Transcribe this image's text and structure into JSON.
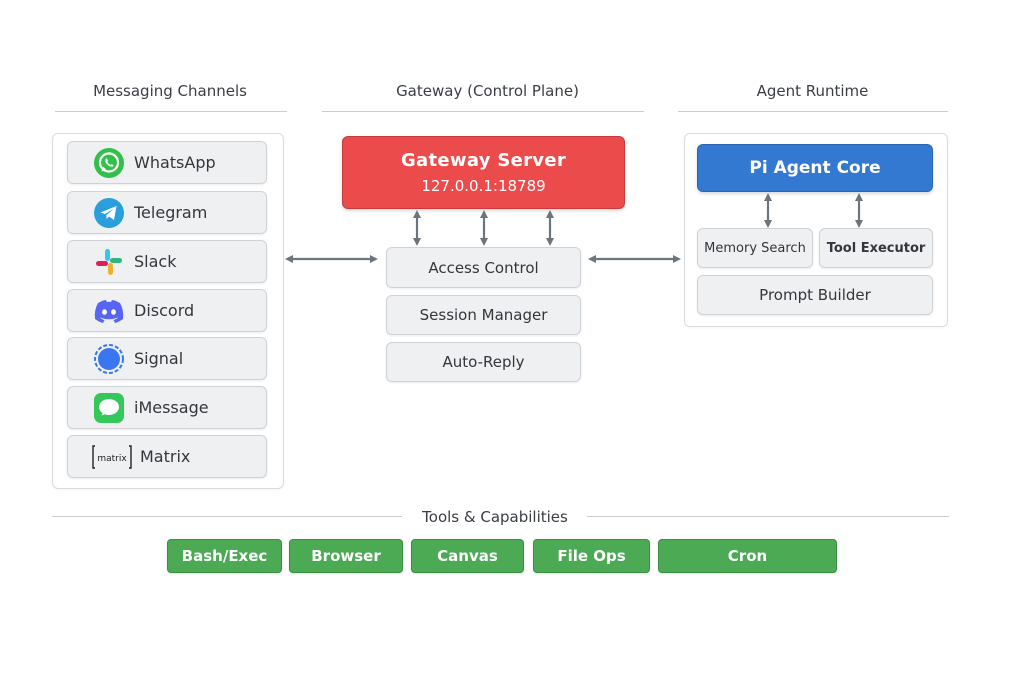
{
  "sections": {
    "channels_title": "Messaging Channels",
    "gateway_title": "Gateway (Control Plane)",
    "runtime_title": "Agent Runtime",
    "tools_title": "Tools & Capabilities"
  },
  "channels": [
    {
      "label": "WhatsApp",
      "icon": "whatsapp-icon"
    },
    {
      "label": "Telegram",
      "icon": "telegram-icon"
    },
    {
      "label": "Slack",
      "icon": "slack-icon"
    },
    {
      "label": "Discord",
      "icon": "discord-icon"
    },
    {
      "label": "Signal",
      "icon": "signal-icon"
    },
    {
      "label": "iMessage",
      "icon": "imessage-icon"
    },
    {
      "label": "Matrix",
      "icon": "matrix-icon",
      "logo_text": "matrix"
    }
  ],
  "gateway": {
    "server_title": "Gateway Server",
    "server_address": "127.0.0.1:18789",
    "components": [
      "Access Control",
      "Session Manager",
      "Auto-Reply"
    ]
  },
  "runtime": {
    "core": "Pi Agent Core",
    "memory_search": "Memory Search",
    "tool_executor": "Tool Executor",
    "prompt_builder": "Prompt Builder"
  },
  "tools": [
    "Bash/Exec",
    "Browser",
    "Canvas",
    "File Ops",
    "Cron"
  ],
  "colors": {
    "gateway_red": "#ec4b4b",
    "agent_blue": "#3479d1",
    "tool_green": "#4caa55",
    "arrow_gray": "#6e747c"
  }
}
